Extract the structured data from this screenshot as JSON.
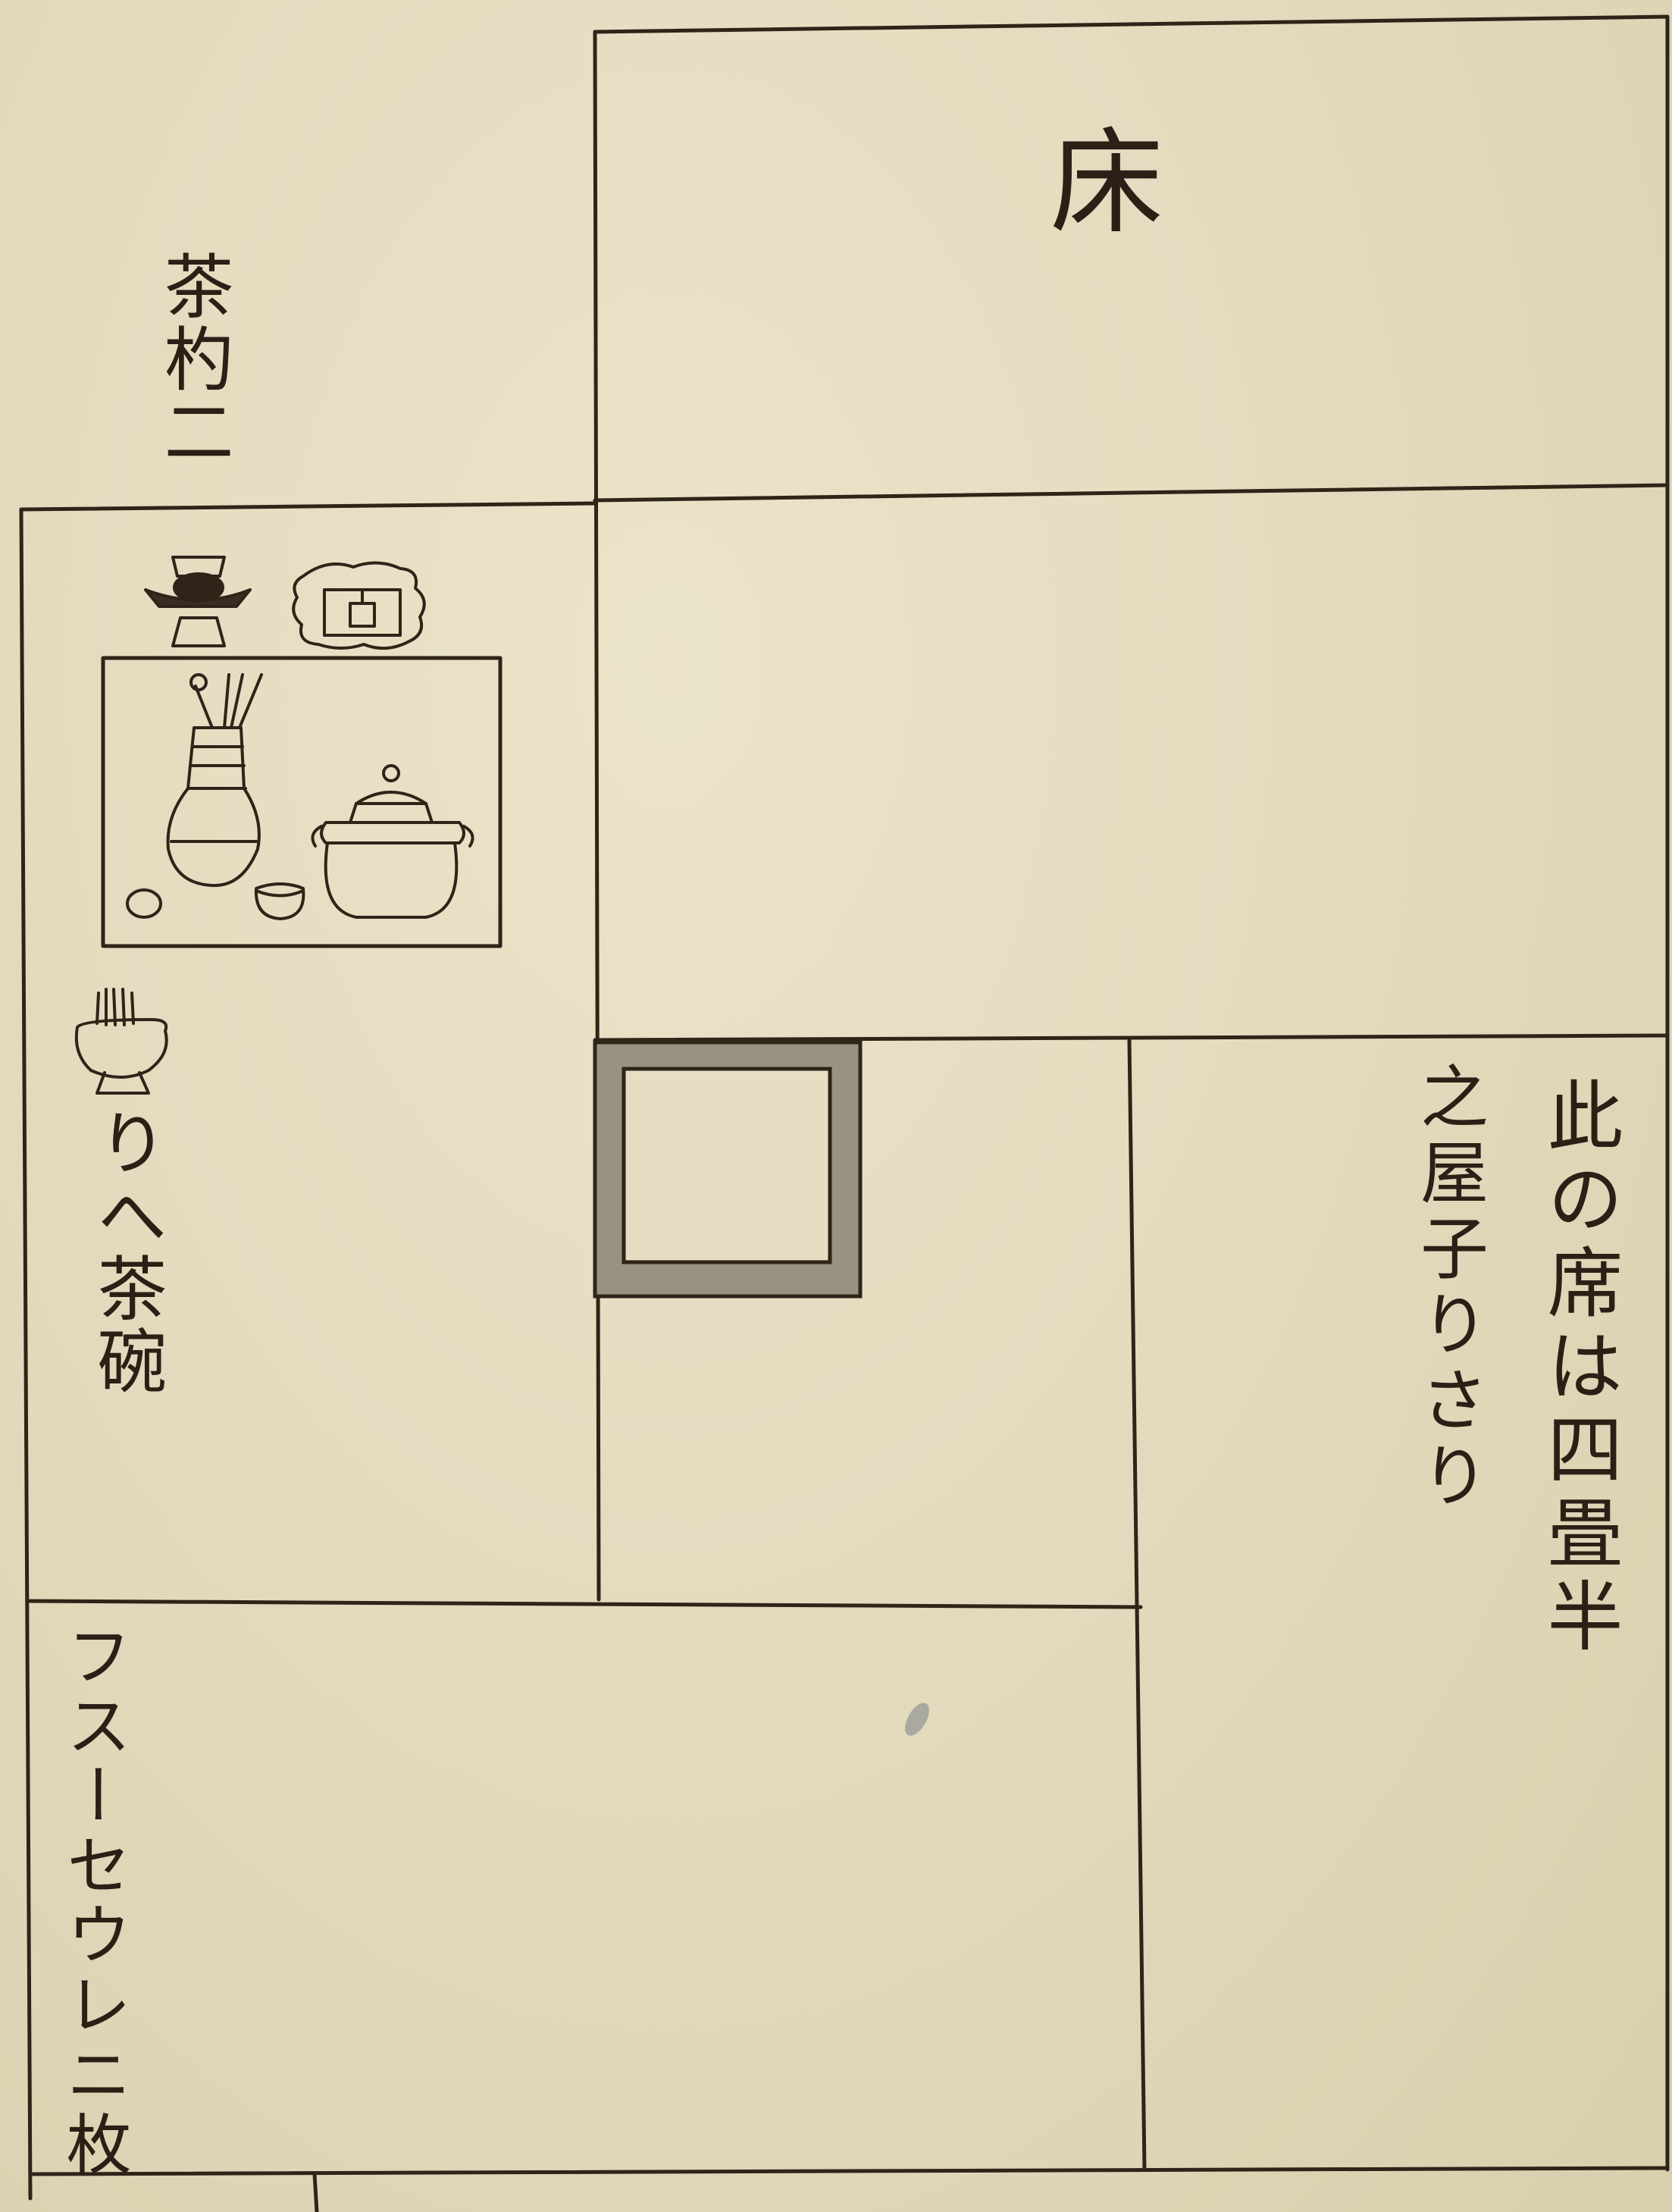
{
  "diagram": {
    "labels": {
      "toko": "床",
      "chabako": "茶杓二",
      "mizusashi_chawan": "りへ茶碗",
      "fusuma": "フスーセウレニ枚",
      "note_line1": "此の席は四畳半",
      "note_line2": "之屋子りさり"
    },
    "icons": [
      "incense-burner-icon",
      "incense-box-icon",
      "flower-vase-icon",
      "tea-kettle-icon",
      "small-cup-icon",
      "tea-bowl-icon",
      "whisk-bowl-icon",
      "sunken-hearth-icon"
    ],
    "colors": {
      "paper": "#e4dcc0",
      "ink": "#2e2418",
      "hearth_wash": "#9a9280"
    }
  }
}
